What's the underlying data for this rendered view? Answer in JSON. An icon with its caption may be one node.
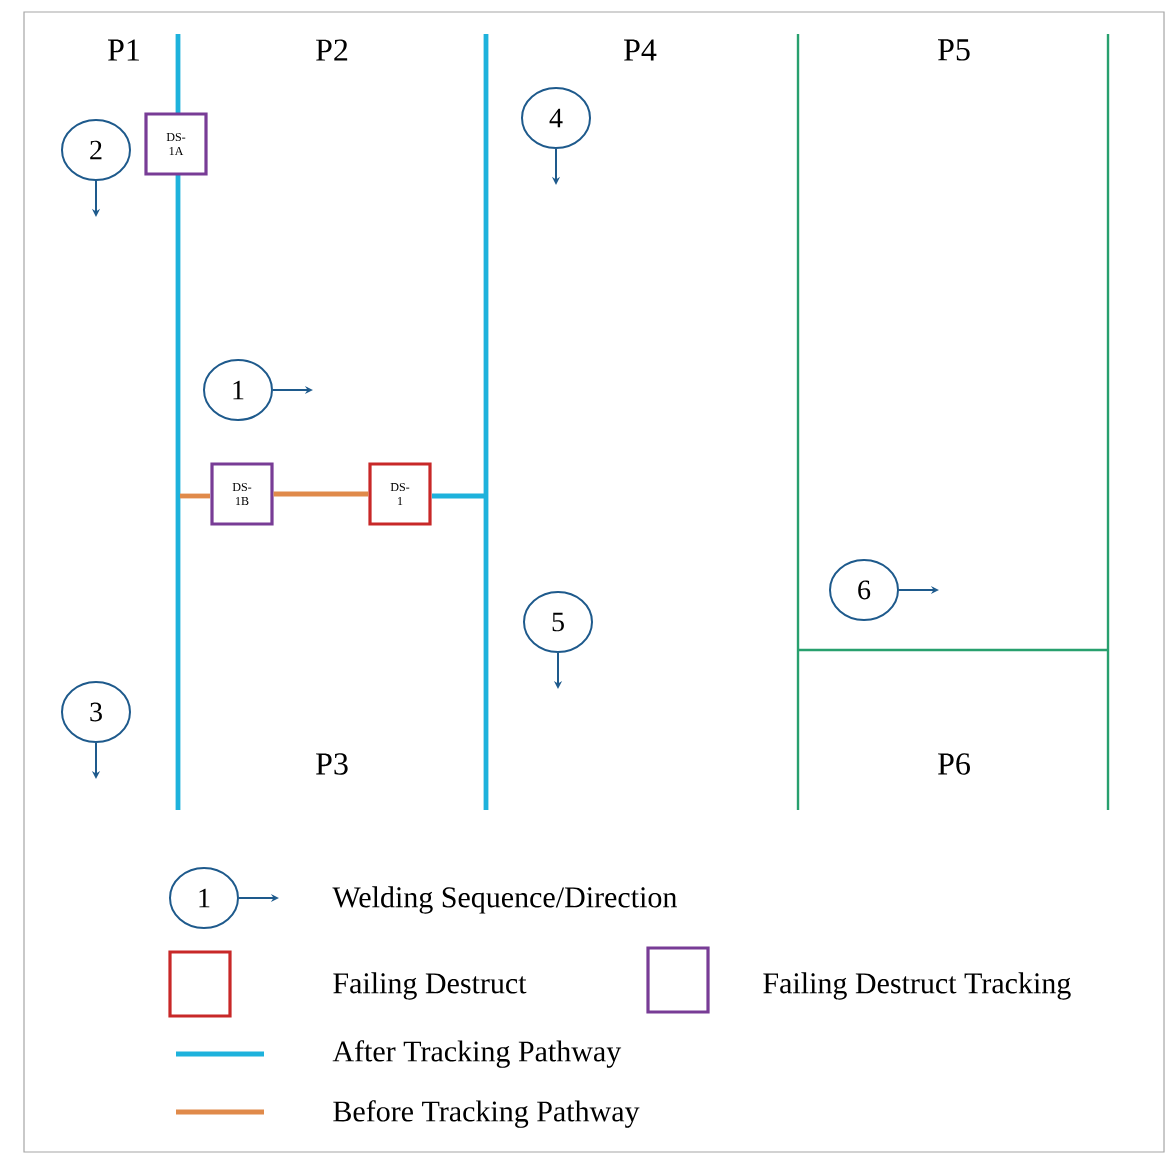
{
  "diagram": {
    "nodes": [
      {
        "text": [
          "DS-1A"
        ]
      },
      {
        "text": [
          "DS-1B"
        ]
      },
      {
        "text": [
          "DS-1"
        ]
      },
      {
        "text": [
          "1"
        ]
      },
      {
        "text": [
          "2"
        ]
      },
      {
        "text": [
          "3"
        ]
      },
      {
        "text": [
          "4"
        ]
      },
      {
        "text": [
          "5"
        ]
      },
      {
        "text": [
          "6"
        ]
      },
      {
        "text": [
          "1"
        ]
      }
    ],
    "edges": [
      {
        "from": 1,
        "to": 2,
        "arrow": "none",
        "color": "#e08a4a"
      }
    ],
    "labels": [
      "P1",
      "P2",
      "P4",
      "P5",
      "P3",
      "P6"
    ],
    "legend": [
      {
        "text": "Welding Sequence/Direction"
      },
      {
        "text": "Failing Destruct"
      },
      {
        "text": "Failing Destruct Tracking"
      },
      {
        "text": "After Tracking Pathway"
      },
      {
        "text": "Before Tracking Pathway"
      }
    ]
  }
}
